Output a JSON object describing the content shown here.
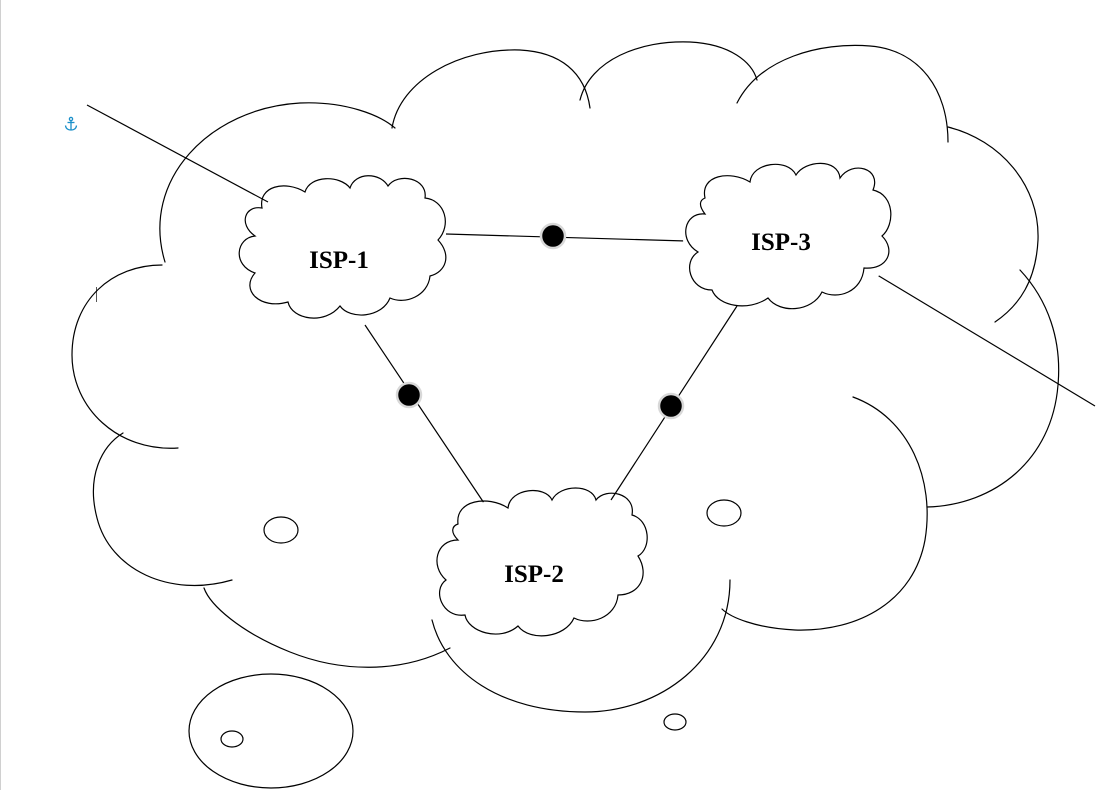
{
  "diagram": {
    "nodes": [
      {
        "id": "isp-1",
        "label": "ISP-1"
      },
      {
        "id": "isp-2",
        "label": "ISP-2"
      },
      {
        "id": "isp-3",
        "label": "ISP-3"
      }
    ],
    "links": [
      {
        "from": "isp-1",
        "to": "isp-3"
      },
      {
        "from": "isp-1",
        "to": "isp-2"
      },
      {
        "from": "isp-3",
        "to": "isp-2"
      }
    ],
    "colors": {
      "stroke": "#000000",
      "background": "#ffffff",
      "anchor_icon": "#1a8fc9",
      "dot_outline": "#d8d8d8"
    },
    "icons": {
      "anchor": "anchor-icon"
    }
  }
}
